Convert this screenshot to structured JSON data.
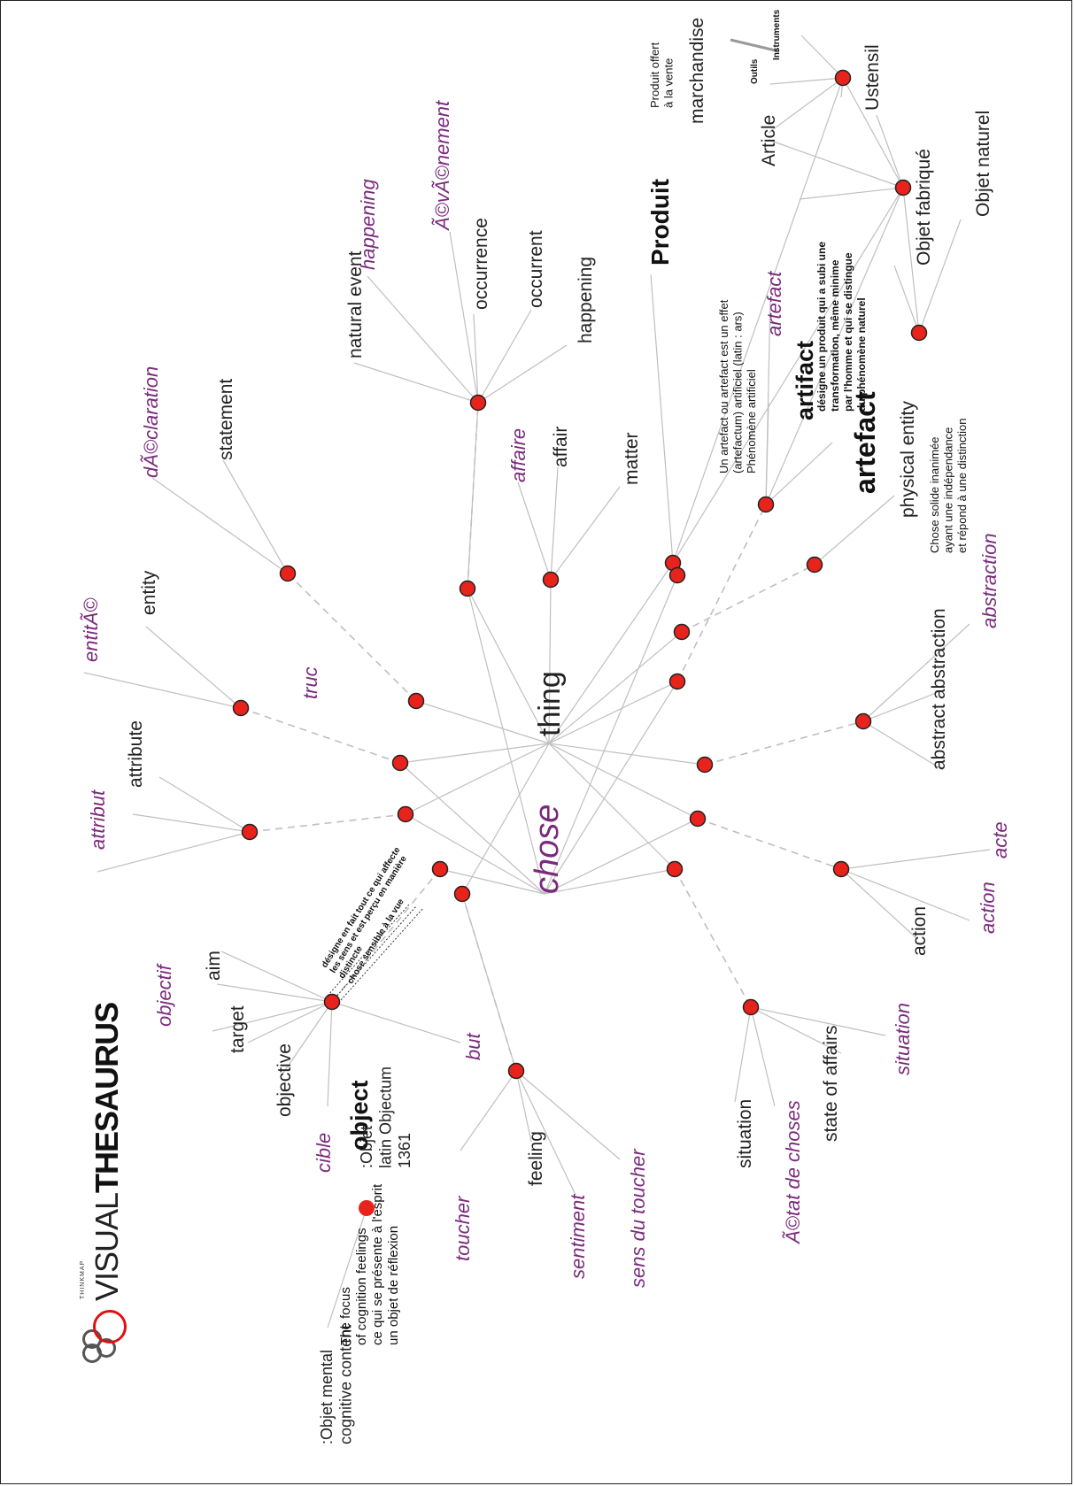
{
  "brand": {
    "small": "THINKMAP",
    "visual": "VISUAL",
    "thesaurus": "THESAURUS"
  },
  "colors": {
    "node_fill": "#e8231c",
    "edge": "#bfbfbf",
    "purple": "#7a2a7c",
    "text": "#222222"
  },
  "graph": {
    "nodes": [
      {
        "id": "hub-thing",
        "kind": "hub"
      },
      {
        "id": "hub-chose",
        "kind": "hub"
      },
      {
        "id": "n-attribute",
        "kind": "syn"
      },
      {
        "id": "n-entity",
        "kind": "syn"
      },
      {
        "id": "n-statement",
        "kind": "syn"
      },
      {
        "id": "n-occurrence",
        "kind": "syn"
      },
      {
        "id": "n-affair",
        "kind": "syn"
      },
      {
        "id": "n-produit",
        "kind": "syn"
      },
      {
        "id": "n-artifact",
        "kind": "syn"
      },
      {
        "id": "n-physical",
        "kind": "syn"
      },
      {
        "id": "n-objnaturel",
        "kind": "syn"
      },
      {
        "id": "n-fabrique",
        "kind": "syn"
      },
      {
        "id": "n-ustensil",
        "kind": "syn"
      },
      {
        "id": "n-abstraction",
        "kind": "syn"
      },
      {
        "id": "n-action",
        "kind": "syn"
      },
      {
        "id": "n-situation",
        "kind": "syn"
      },
      {
        "id": "n-feeling",
        "kind": "syn"
      },
      {
        "id": "n-object",
        "kind": "syn"
      },
      {
        "id": "n-objmental",
        "kind": "syn"
      },
      {
        "id": "s-1",
        "kind": "syn"
      },
      {
        "id": "s-2",
        "kind": "syn"
      },
      {
        "id": "s-3",
        "kind": "syn"
      },
      {
        "id": "s-4",
        "kind": "syn"
      },
      {
        "id": "s-5",
        "kind": "syn"
      },
      {
        "id": "s-6",
        "kind": "syn"
      },
      {
        "id": "s-7",
        "kind": "syn"
      },
      {
        "id": "s-8",
        "kind": "syn"
      },
      {
        "id": "s-9",
        "kind": "syn"
      },
      {
        "id": "s-10",
        "kind": "syn"
      },
      {
        "id": "s-11",
        "kind": "syn"
      },
      {
        "id": "s-12",
        "kind": "syn"
      }
    ],
    "labels": [
      {
        "id": "thing",
        "text": "thing",
        "cls": "hub"
      },
      {
        "id": "chose",
        "text": "chose",
        "cls": "hub-fr"
      },
      {
        "id": "attribut",
        "text": "attribut",
        "cls": "fr"
      },
      {
        "id": "attribute",
        "text": "attribute",
        "cls": "en"
      },
      {
        "id": "entite",
        "text": "entitÃ©",
        "cls": "fr"
      },
      {
        "id": "entity",
        "text": "entity",
        "cls": "en"
      },
      {
        "id": "truc",
        "text": "truc",
        "cls": "fr"
      },
      {
        "id": "declaration",
        "text": "dÃ©claration",
        "cls": "fr"
      },
      {
        "id": "statement",
        "text": "statement",
        "cls": "en"
      },
      {
        "id": "natural-event",
        "text": "natural event",
        "cls": "en"
      },
      {
        "id": "happening-fr",
        "text": "happening",
        "cls": "fr"
      },
      {
        "id": "evenement",
        "text": "Ã©vÃ©nement",
        "cls": "fr"
      },
      {
        "id": "occurrence",
        "text": "occurrence",
        "cls": "en"
      },
      {
        "id": "occurrent",
        "text": "occurrent",
        "cls": "en"
      },
      {
        "id": "happening",
        "text": "happening",
        "cls": "en"
      },
      {
        "id": "affaire",
        "text": "affaire",
        "cls": "fr"
      },
      {
        "id": "affair",
        "text": "affair",
        "cls": "en"
      },
      {
        "id": "matter",
        "text": "matter",
        "cls": "en"
      },
      {
        "id": "produit",
        "text": "Produit",
        "cls": "bold"
      },
      {
        "id": "produit-def",
        "text": "Produit offert\nà la vente",
        "cls": "def"
      },
      {
        "id": "marchandise",
        "text": "marchandise",
        "cls": "en"
      },
      {
        "id": "article",
        "text": "Article",
        "cls": "en"
      },
      {
        "id": "outils",
        "text": "Outils",
        "cls": "tiny"
      },
      {
        "id": "instruments",
        "text": "Instruments",
        "cls": "tiny"
      },
      {
        "id": "ustensil",
        "text": "Ustensil",
        "cls": "en"
      },
      {
        "id": "objet-fabrique",
        "text": "Objet fabriqué",
        "cls": "en"
      },
      {
        "id": "objet-naturel",
        "text": "Objet naturel",
        "cls": "en"
      },
      {
        "id": "artefact-fr",
        "text": "artefact",
        "cls": "fr"
      },
      {
        "id": "artefact-def",
        "text": "Un artefact ou artefact est un effet\n(artefactum) artificiel (latin : ars)\nPhénomène artificiel",
        "cls": "def"
      },
      {
        "id": "artifact",
        "text": "artifact",
        "cls": "bold-md"
      },
      {
        "id": "artifact-def",
        "text": "désigne un produit qui a subi une\ntransformation, même minime\npar l'homme et qui se distingue\ndu phénomène naturel",
        "cls": "def-b"
      },
      {
        "id": "artefact-en",
        "text": "artefact",
        "cls": "bold-lg"
      },
      {
        "id": "physical-entity",
        "text": "physical entity",
        "cls": "en"
      },
      {
        "id": "physical-def",
        "text": "Chose solide inanimée\nayant une indépendance\net répond à une distinction",
        "cls": "def"
      },
      {
        "id": "abstraction-fr",
        "text": "abstraction",
        "cls": "fr"
      },
      {
        "id": "abstraction",
        "text": "abstraction",
        "cls": "en"
      },
      {
        "id": "abstract",
        "text": "abstract",
        "cls": "en"
      },
      {
        "id": "acte",
        "text": "acte",
        "cls": "fr"
      },
      {
        "id": "action-fr",
        "text": "action",
        "cls": "fr"
      },
      {
        "id": "action",
        "text": "action",
        "cls": "en"
      },
      {
        "id": "situation-fr",
        "text": "situation",
        "cls": "fr"
      },
      {
        "id": "state-of-affairs",
        "text": "state of affairs",
        "cls": "en"
      },
      {
        "id": "etat-de-choses",
        "text": "Ã©tat de choses",
        "cls": "fr"
      },
      {
        "id": "situation",
        "text": "situation",
        "cls": "en"
      },
      {
        "id": "but",
        "text": "but",
        "cls": "fr"
      },
      {
        "id": "sens-du-toucher",
        "text": "sens du toucher",
        "cls": "fr"
      },
      {
        "id": "sentiment",
        "text": "sentiment",
        "cls": "fr"
      },
      {
        "id": "feeling",
        "text": "feeling",
        "cls": "en"
      },
      {
        "id": "toucher",
        "text": "toucher",
        "cls": "fr"
      },
      {
        "id": "objectif",
        "text": "objectif",
        "cls": "fr"
      },
      {
        "id": "aim",
        "text": "aim",
        "cls": "en"
      },
      {
        "id": "target",
        "text": "target",
        "cls": "en"
      },
      {
        "id": "objective",
        "text": "objective",
        "cls": "en"
      },
      {
        "id": "cible",
        "text": "cible",
        "cls": "fr"
      },
      {
        "id": "object",
        "text": "object",
        "cls": "bold-md"
      },
      {
        "id": "object-ety",
        "text": ":Objet\nlatin Objectum\n1361",
        "cls": "en-sm"
      },
      {
        "id": "object-def",
        "text": "désigne en fait tout ce qui affecte\nles sens et est perçu en manière\ndistincte\nchose sensible à la vue",
        "cls": "tiny"
      },
      {
        "id": "objet-mental",
        "text": ":Objet mental\ncognitive content",
        "cls": "en-sm"
      },
      {
        "id": "objet-mental-def",
        "text": "The focus\nof cognition feelings\nce qui se présente à l'esprit\nun objet de réflexion",
        "cls": "def-sm"
      }
    ]
  }
}
